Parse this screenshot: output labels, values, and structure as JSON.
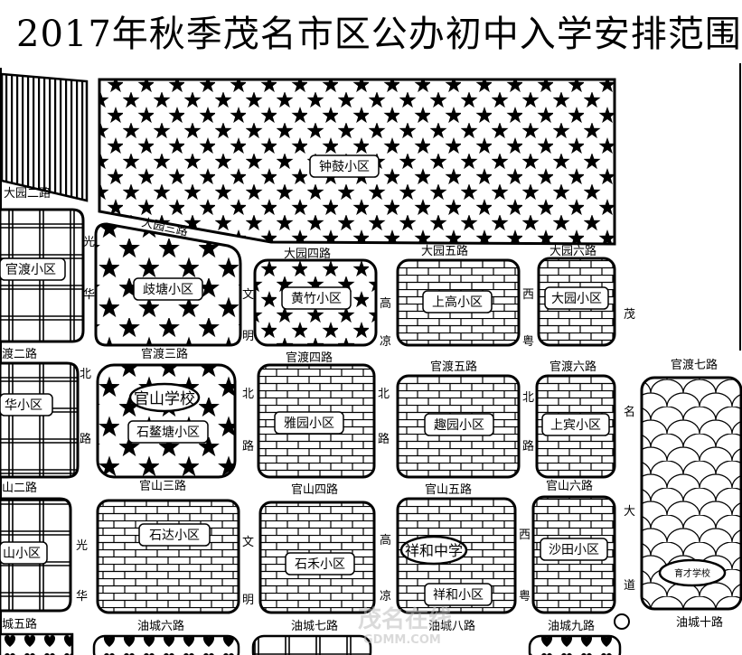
{
  "title": "2017年秋季茂名市区公办初中入学安排范围图",
  "colors": {
    "line": "#000000",
    "background": "#ffffff",
    "watermark": "#c8c8c8"
  },
  "blocks": {
    "zhonggu": "钟鼓小区",
    "jitang": "歧塘小区",
    "huangzhu": "黄竹小区",
    "shanggao": "上高小区",
    "dayuan": "大园小区",
    "guandu": "官渡小区",
    "huaxiao": "华小区",
    "yayuan": "雅园小区",
    "quyuan": "趣园小区",
    "shangbin": "上宾小区",
    "shiaotang": "石鳌塘小区",
    "shida": "石达小区",
    "shihe": "石禾小区",
    "xianghe": "祥和小区",
    "shatian": "沙田小区",
    "shanxiao": "山小区"
  },
  "schools": {
    "guanshan": "官山学校",
    "xianghe": "祥和中学",
    "yucai": "育才学校"
  },
  "roads": {
    "dayuan2": "大园二路",
    "dayuan3": "大园三路",
    "dayuan4": "大园四路",
    "dayuan5": "大园五路",
    "dayuan6": "大园六路",
    "guandu2": "渡二路",
    "guandu3": "官渡三路",
    "guandu4": "官渡四路",
    "guandu5": "官渡五路",
    "guandu6": "官渡六路",
    "guandu7": "官渡七路",
    "guanshan2": "山二路",
    "guanshan3": "官山三路",
    "guanshan4": "官山四路",
    "guanshan5": "官山五路",
    "guanshan6": "官山六路",
    "youcheng5": "城五路",
    "youcheng6": "油城六路",
    "youcheng7": "油城七路",
    "youcheng8": "油城八路",
    "youcheng9": "油城九路",
    "youcheng10": "油城十路",
    "guanghua": [
      "光",
      "华"
    ],
    "wenming": [
      "文",
      "明"
    ],
    "gaoliang": [
      "高",
      "凉"
    ],
    "xiyue": [
      "西",
      "粤"
    ],
    "beilu": [
      "北",
      "路"
    ],
    "maoming_dadao": [
      "茂",
      "名",
      "大",
      "道"
    ]
  },
  "watermark": {
    "main": "茂名在线",
    "sub": "GDMM.COM"
  }
}
